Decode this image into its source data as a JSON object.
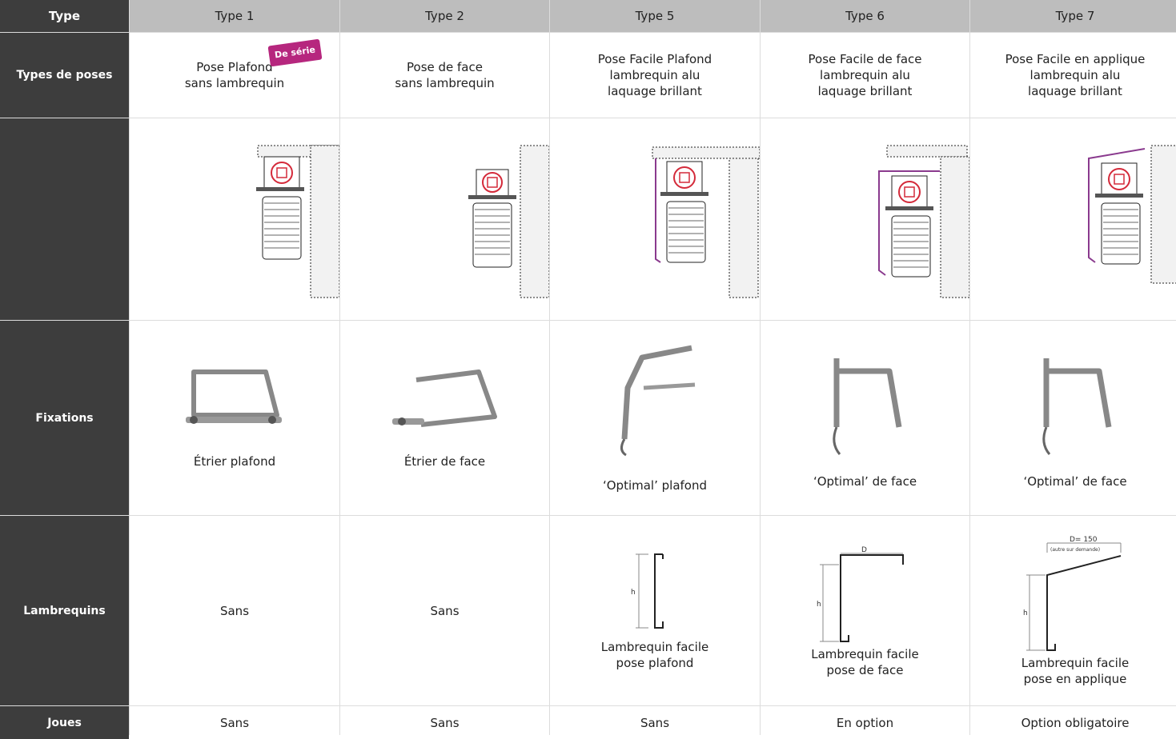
{
  "table": {
    "corner": "Type",
    "columns": [
      "Type 1",
      "Type 2",
      "Type 5",
      "Type 6",
      "Type 7"
    ],
    "row_heads": {
      "poses": "Types de poses",
      "schema": "",
      "fixations": "Fixations",
      "lambrequins": "Lambrequins",
      "joues": "Joues"
    },
    "badge": "De série",
    "poses": [
      [
        "Pose Plafond",
        "sans lambrequin"
      ],
      [
        "Pose de face",
        "sans lambrequin"
      ],
      [
        "Pose Facile Plafond",
        "lambrequin alu",
        "laquage brillant"
      ],
      [
        "Pose Facile de face",
        "lambrequin alu",
        "laquage brillant"
      ],
      [
        "Pose Facile en applique",
        "lambrequin alu",
        "laquage brillant"
      ]
    ],
    "fixations": [
      "Étrier plafond",
      "Étrier de face",
      "‘Optimal’ plafond",
      "‘Optimal’ de face",
      "‘Optimal’ de face"
    ],
    "lambrequins": [
      [
        "Sans"
      ],
      [
        "Sans"
      ],
      [
        "Lambrequin facile",
        "pose plafond"
      ],
      [
        "Lambrequin facile",
        "pose de face"
      ],
      [
        "Lambrequin facile",
        "pose en applique"
      ]
    ],
    "lambrequin_dims": {
      "h": "h",
      "d": "D",
      "d7": "D= 150",
      "d7_note": "(autre sur demande)"
    },
    "joues": [
      "Sans",
      "Sans",
      "Sans",
      "En option",
      "Option obligatoire"
    ]
  },
  "colors": {
    "row_head_bg": "#3d3d3d",
    "col_head_bg": "#bdbdbd",
    "badge": "#b6277e",
    "axis_red": "#d42a3a",
    "lambrequin_purple": "#8a3a8e"
  }
}
